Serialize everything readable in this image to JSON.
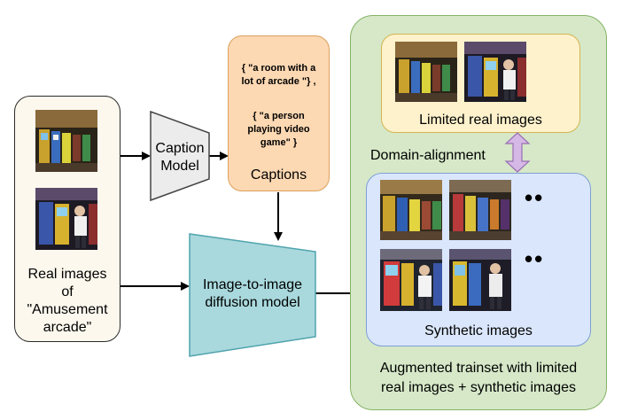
{
  "real_images_box": {
    "label_lines": [
      "Real images",
      "of",
      "\"Amusement",
      "arcade\""
    ]
  },
  "caption_model": {
    "label_lines": [
      "Caption",
      "Model"
    ]
  },
  "captions_box": {
    "caption_1_lines": [
      "{ \"a room with a",
      "lot of arcade \"} ,"
    ],
    "caption_2_lines": [
      "{ \"a person",
      "playing video",
      "game\" }"
    ],
    "title": "Captions"
  },
  "diffusion_model": {
    "label_lines": [
      "Image-to-image",
      "diffusion model"
    ]
  },
  "augmented_trainset": {
    "caption_lines": [
      "Augmented trainset with limited",
      "real images + synthetic images"
    ]
  },
  "limited_real": {
    "title": "Limited real images"
  },
  "domain_alignment": {
    "label": "Domain-alignment"
  },
  "synthetic": {
    "title": "Synthetic images",
    "ellipsis": "••"
  },
  "colors": {
    "real_box_fill": "#fcf8ee",
    "caption_model_fill": "#ececec",
    "captions_fill": "#fcd8b3",
    "captions_border": "#dba15c",
    "diffusion_fill": "#a9d9dd",
    "diffusion_border": "#4fa3ae",
    "trainset_fill": "#d6e8c8",
    "trainset_border": "#84b365",
    "limited_fill": "#fdf2cc",
    "limited_border": "#d5b451",
    "synthetic_fill": "#dae6fb",
    "synthetic_border": "#7d9fd6",
    "alignment_arrow": "#d6b8e6"
  }
}
